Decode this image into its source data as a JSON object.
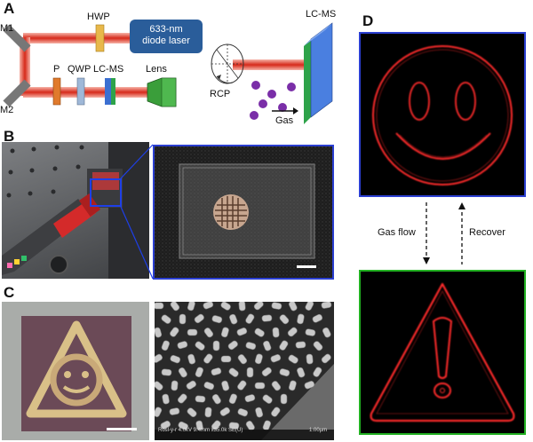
{
  "panels": {
    "a": "A",
    "b": "B",
    "c": "C",
    "d": "D"
  },
  "panel_a": {
    "mirror_1": "M1",
    "mirror_2": "M2",
    "hwp": "HWP",
    "laser_line1": "633-nm",
    "laser_line2": "diode laser",
    "polarizer": "P",
    "qwp": "QWP",
    "lcms_left": "LC-MS",
    "lens": "Lens",
    "rcp": "RCP",
    "gas": "Gas",
    "lcms_right": "LC-MS"
  },
  "panel_c": {
    "sem_info": "Rosl-y-r 4.0kV 9.4mm x35.0k SE(U)",
    "sem_scale": "1.00µm"
  },
  "panel_d": {
    "gas_flow": "Gas flow",
    "recover": "Recover"
  },
  "colors": {
    "beam": "#d63a2a",
    "laser_box": "#2a5d9a",
    "hwp": "#e8b84a",
    "polarizer": "#e07a2c",
    "qwp": "#9fb8d8",
    "lcms_blue": "#3b6fd1",
    "lcms_green": "#2ea34a",
    "lens": "#3a9e3a",
    "gas_particle": "#7a2ea8",
    "frame_blue": "#2b3fd1",
    "frame_green": "#22b022",
    "hologram_red": "#ff2a2a"
  }
}
